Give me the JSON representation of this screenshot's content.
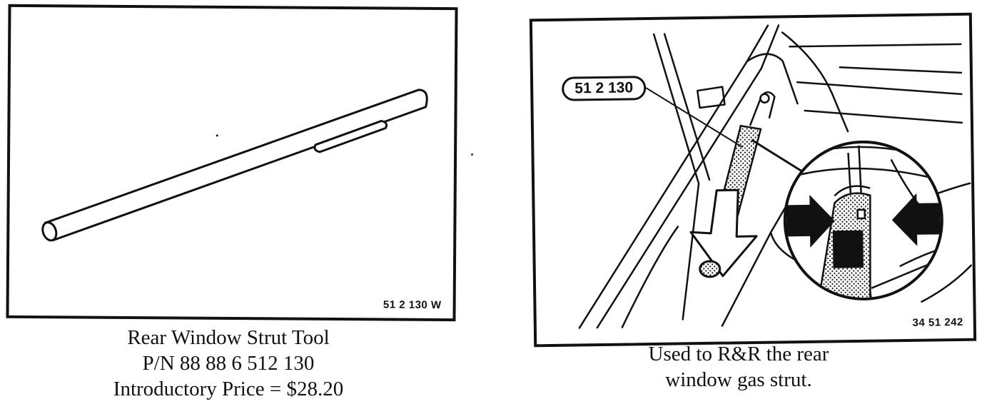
{
  "left_figure": {
    "figure_code": "51 2 130 W",
    "caption": {
      "line1": "Rear Window Strut Tool",
      "line2": "P/N 88 88 6 512 130",
      "line3": "Introductory Price = $28.20"
    }
  },
  "right_figure": {
    "callout_label": "51 2 130",
    "figure_code": "34 51 242",
    "caption": {
      "line1": "Used to R&R the rear",
      "line2": "window gas strut."
    }
  }
}
